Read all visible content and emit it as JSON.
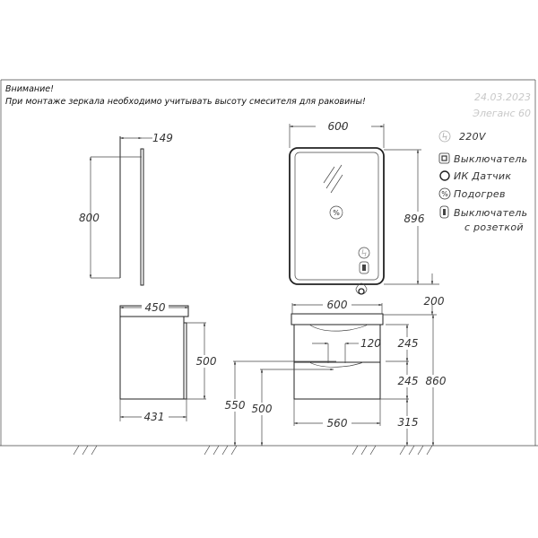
{
  "notes": {
    "title": "Внимание!",
    "text": "При монтаже зеркала необходимо учитывать высоту смесителя для раковины!"
  },
  "stamp": {
    "date": "24.03.2023",
    "model": "Элеганс 60"
  },
  "legend": [
    {
      "icon": "power-icon",
      "label": "220V"
    },
    {
      "icon": "switch-icon",
      "label": "Выключатель"
    },
    {
      "icon": "ir-sensor-icon",
      "label": "ИК Датчик"
    },
    {
      "icon": "heating-icon",
      "label": "Подогрев"
    },
    {
      "icon": "switch-socket-icon",
      "label": "Выключатель",
      "label2": "с розеткой"
    }
  ],
  "dimensions": {
    "mirror_side_depth": "149",
    "mirror_side_height": "800",
    "mirror_width": "600",
    "mirror_height": "896",
    "mirror_above_counter": "200",
    "cabinet_side_depth_top": "450",
    "cabinet_side_height": "500",
    "cabinet_side_depth_bottom": "431",
    "cabinet_width": "600",
    "drain_offset": "120",
    "drawer_top": "245",
    "drawer_bottom": "245",
    "leg_clearance": "315",
    "total_height": "860",
    "drain_height": "550",
    "water_height": "500",
    "cabinet_body_width": "560"
  }
}
